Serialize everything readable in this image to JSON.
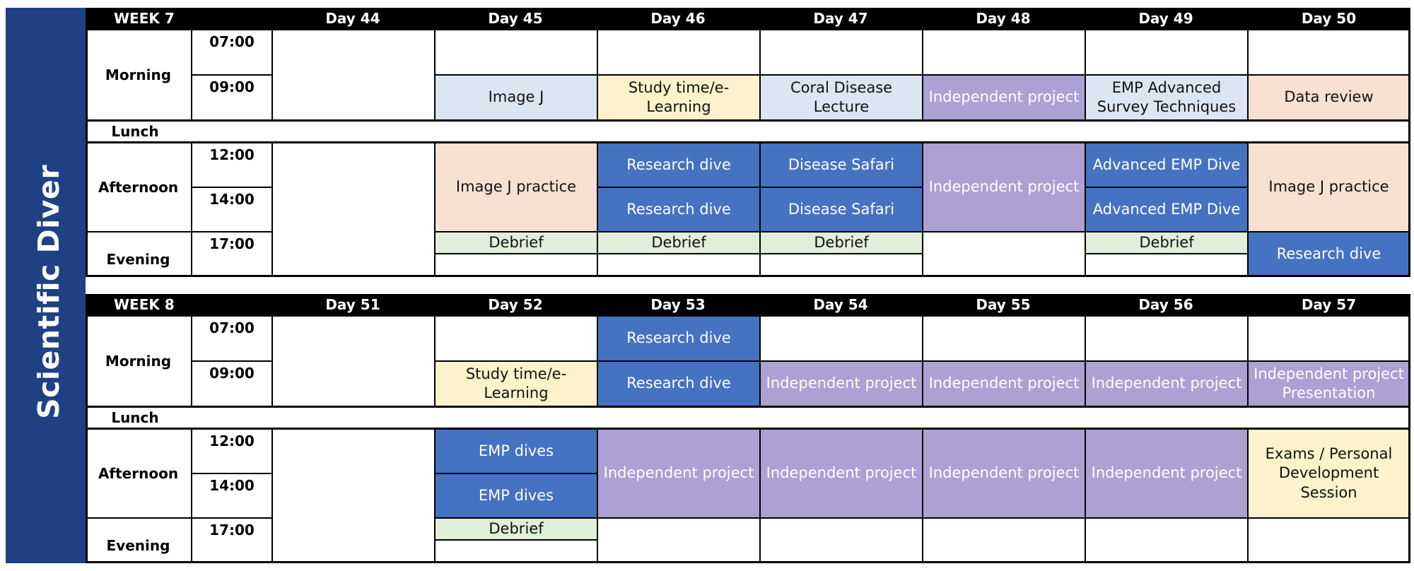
{
  "sidebar_label": "Scientific Diver",
  "labels": {
    "morning": "Morning",
    "lunch": "Lunch",
    "afternoon": "Afternoon",
    "evening": "Evening",
    "t0700": "07:00",
    "t0900": "09:00",
    "t1200": "12:00",
    "t1400": "14:00",
    "t1700": "17:00"
  },
  "colors": {
    "sidebar": "#1f4184",
    "light_blue": "#dce5f2",
    "yellow": "#fdf2cc",
    "purple": "#ada0d3",
    "peach": "#f9e1d1",
    "blue": "#4573c2",
    "green": "#e1efda"
  },
  "week7": {
    "title": "WEEK 7",
    "days": [
      "Day 44",
      "Day 45",
      "Day 46",
      "Day 47",
      "Day 48",
      "Day 49",
      "Day 50"
    ],
    "activities": {
      "d45_0900": "Image J",
      "d45_afternoon": "Image J practice",
      "d45_1700": "Debrief",
      "d46_0900": "Study time/e-Learning",
      "d46_1200": "Research dive",
      "d46_1400": "Research dive",
      "d46_1700": "Debrief",
      "d47_0900": "Coral Disease Lecture",
      "d47_1200": "Disease Safari",
      "d47_1400": "Disease Safari",
      "d47_1700": "Debrief",
      "d48_0900": "Independent project",
      "d48_afternoon": "Independent project",
      "d49_0900": "EMP Advanced Survey Techniques",
      "d49_1200": "Advanced EMP Dive",
      "d49_1400": "Advanced EMP Dive",
      "d49_1700": "Debrief",
      "d50_0900": "Data review",
      "d50_afternoon": "Image J practice",
      "d50_evening": "Research dive"
    }
  },
  "week8": {
    "title": "WEEK 8",
    "days": [
      "Day 51",
      "Day 52",
      "Day 53",
      "Day 54",
      "Day 55",
      "Day 56",
      "Day 57"
    ],
    "activities": {
      "d52_0900": "Study time/e-Learning",
      "d52_1200": "EMP dives",
      "d52_1400": "EMP dives",
      "d52_1700": "Debrief",
      "d53_0700": "Research dive",
      "d53_0900": "Research dive",
      "d53_afternoon": "Independent project",
      "d54_0900": "Independent project",
      "d54_afternoon": "Independent project",
      "d55_0900": "Independent project",
      "d55_afternoon": "Independent project",
      "d56_0900": "Independent project",
      "d56_afternoon": "Independent project",
      "d57_0900": "Independent project Presentation",
      "d57_afternoon": "Exams / Personal Development Session"
    }
  }
}
